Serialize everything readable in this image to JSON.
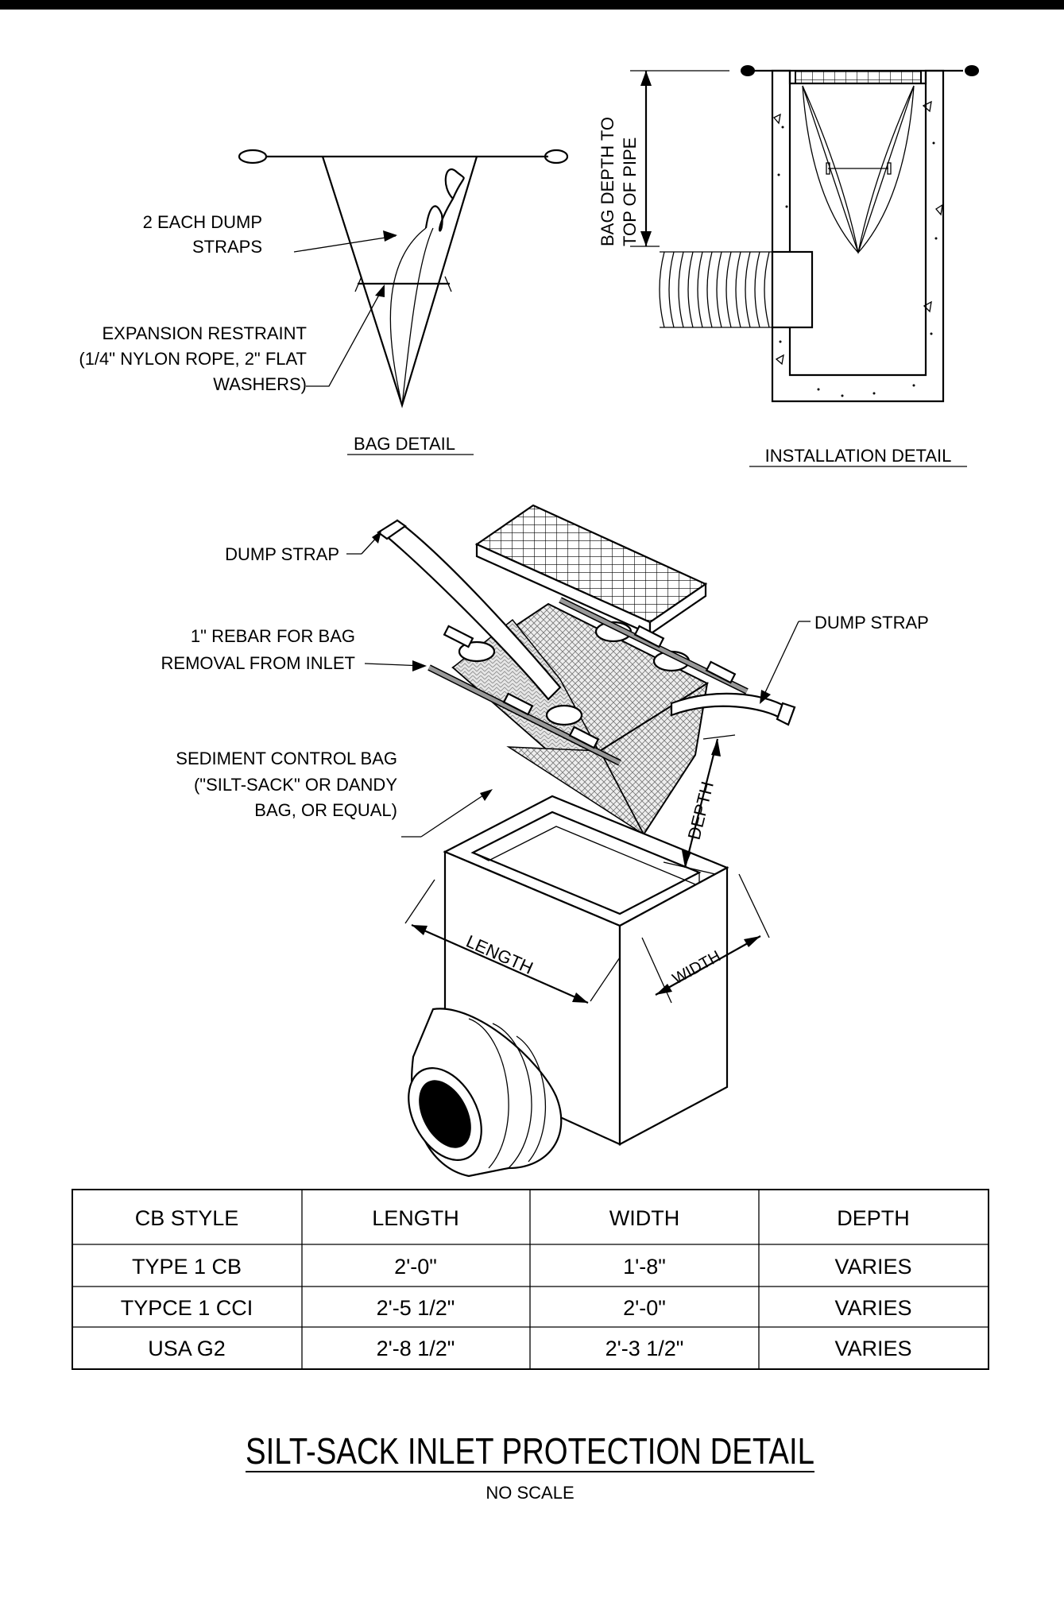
{
  "bag_detail": {
    "title": "BAG DETAIL",
    "labels": {
      "dump_straps_1": "2 EACH DUMP",
      "dump_straps_2": "STRAPS",
      "restraint_1": "EXPANSION RESTRAINT",
      "restraint_2": "(1/4\" NYLON ROPE, 2\" FLAT",
      "restraint_3": "WASHERS)"
    }
  },
  "installation_detail": {
    "title": "INSTALLATION DETAIL",
    "dimension_label_1": "BAG DEPTH TO",
    "dimension_label_2": "TOP OF PIPE"
  },
  "isometric": {
    "labels": {
      "dump_strap_left": "DUMP STRAP",
      "dump_strap_right": "DUMP STRAP",
      "rebar_1": "1\" REBAR FOR BAG",
      "rebar_2": "REMOVAL FROM INLET",
      "bag_1": "SEDIMENT CONTROL BAG",
      "bag_2": "(\"SILT-SACK\" OR DANDY",
      "bag_3": "BAG, OR EQUAL)",
      "depth": "DEPTH",
      "length": "LENGTH",
      "width": "WIDTH"
    }
  },
  "table": {
    "headers": [
      "CB STYLE",
      "LENGTH",
      "WIDTH",
      "DEPTH"
    ],
    "rows": [
      [
        "TYPE 1 CB",
        "2'-0\"",
        "1'-8\"",
        "VARIES"
      ],
      [
        "TYPCE 1 CCI",
        "2'-5 1/2\"",
        "2'-0\"",
        "VARIES"
      ],
      [
        "USA G2",
        "2'-8 1/2\"",
        "2'-3 1/2\"",
        "VARIES"
      ]
    ]
  },
  "footer": {
    "title": "SILT-SACK INLET PROTECTION DETAIL",
    "subtitle": "NO SCALE"
  }
}
